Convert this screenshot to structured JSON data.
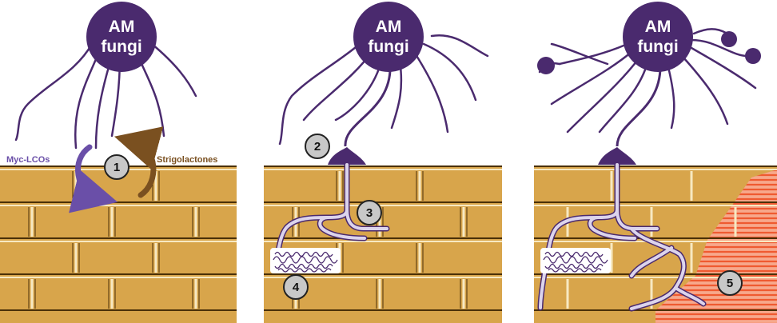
{
  "panels": [
    {
      "id": "signaling",
      "fungus": {
        "line1": "AM",
        "line2": "fungi"
      },
      "signals": {
        "left": "Myc-LCOs",
        "right": "Strigolactones"
      },
      "steps": [
        "1"
      ]
    },
    {
      "id": "penetration",
      "fungus": {
        "line1": "AM",
        "line2": "fungi"
      },
      "steps": [
        "2",
        "3",
        "4"
      ]
    },
    {
      "id": "colonization",
      "fungus": {
        "line1": "AM",
        "line2": "fungi"
      },
      "steps": [
        "5"
      ]
    }
  ],
  "colors": {
    "fungus": "#4a2a6e",
    "hyphae_outline": "#4a2a6e",
    "hyphae_fill": "#dcd4ec",
    "cell_fill": "#d8a54b",
    "cell_border": "#4a3008",
    "cell_wall_highlight": "#f7e9c2",
    "myc_lco": "#6a4fa8",
    "strigolactone": "#7a5020",
    "step_badge": "#c8c8c8",
    "colonized_zone": "#f36b43"
  }
}
